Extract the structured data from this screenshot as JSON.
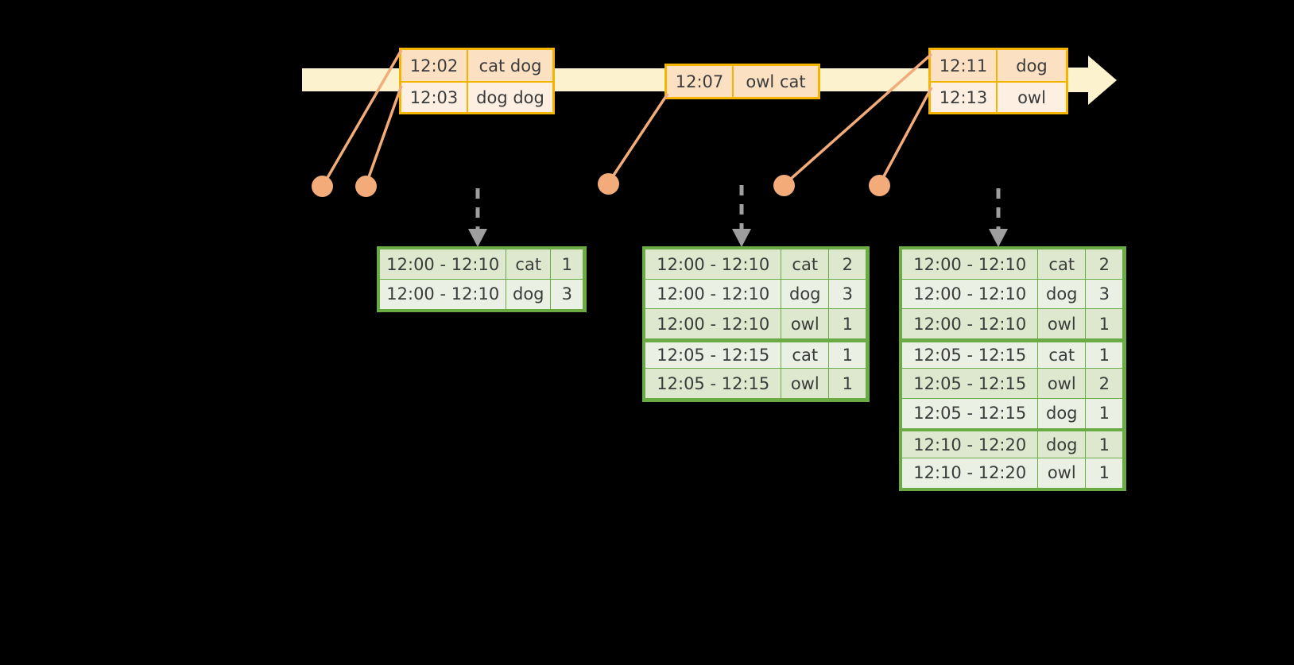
{
  "diagram": {
    "title": "sliding-window-word-count-timeline",
    "colors": {
      "background": "#000000",
      "timeline_fill": "#fdf2ce",
      "event_border": "#f5b400",
      "event_fill_a": "#fbe0c2",
      "event_fill_b": "#fdf0e2",
      "connector": "#f2ab79",
      "table_border": "#6aab46",
      "table_fill_a": "#dde8ce",
      "table_fill_b": "#eaf0e4",
      "dashed_arrow": "#9e9e9e",
      "text": "#3b3b3b"
    }
  },
  "timeline": {
    "arrow_direction": "right",
    "events": [
      {
        "group_id": "group-1",
        "rows": [
          {
            "time": "12:02",
            "words": "cat dog"
          },
          {
            "time": "12:03",
            "words": "dog dog"
          }
        ]
      },
      {
        "group_id": "group-2",
        "rows": [
          {
            "time": "12:07",
            "words": "owl cat"
          }
        ]
      },
      {
        "group_id": "group-3",
        "rows": [
          {
            "time": "12:11",
            "words": "dog"
          },
          {
            "time": "12:13",
            "words": "owl"
          }
        ]
      }
    ]
  },
  "results": [
    {
      "table_id": "result-table-1",
      "groups": [
        {
          "rows": [
            {
              "window": "12:00 - 12:10",
              "key": "cat",
              "count": "1"
            },
            {
              "window": "12:00 - 12:10",
              "key": "dog",
              "count": "3"
            }
          ]
        }
      ]
    },
    {
      "table_id": "result-table-2",
      "groups": [
        {
          "rows": [
            {
              "window": "12:00 - 12:10",
              "key": "cat",
              "count": "2"
            },
            {
              "window": "12:00 - 12:10",
              "key": "dog",
              "count": "3"
            },
            {
              "window": "12:00 - 12:10",
              "key": "owl",
              "count": "1"
            }
          ]
        },
        {
          "rows": [
            {
              "window": "12:05 - 12:15",
              "key": "cat",
              "count": "1"
            },
            {
              "window": "12:05 - 12:15",
              "key": "owl",
              "count": "1"
            }
          ]
        }
      ]
    },
    {
      "table_id": "result-table-3",
      "groups": [
        {
          "rows": [
            {
              "window": "12:00 - 12:10",
              "key": "cat",
              "count": "2"
            },
            {
              "window": "12:00 - 12:10",
              "key": "dog",
              "count": "3"
            },
            {
              "window": "12:00 - 12:10",
              "key": "owl",
              "count": "1"
            }
          ]
        },
        {
          "rows": [
            {
              "window": "12:05 - 12:15",
              "key": "cat",
              "count": "1"
            },
            {
              "window": "12:05 - 12:15",
              "key": "owl",
              "count": "2"
            },
            {
              "window": "12:05 - 12:15",
              "key": "dog",
              "count": "1"
            }
          ]
        },
        {
          "rows": [
            {
              "window": "12:10 - 12:20",
              "key": "dog",
              "count": "1"
            },
            {
              "window": "12:10 - 12:20",
              "key": "owl",
              "count": "1"
            }
          ]
        }
      ]
    }
  ]
}
